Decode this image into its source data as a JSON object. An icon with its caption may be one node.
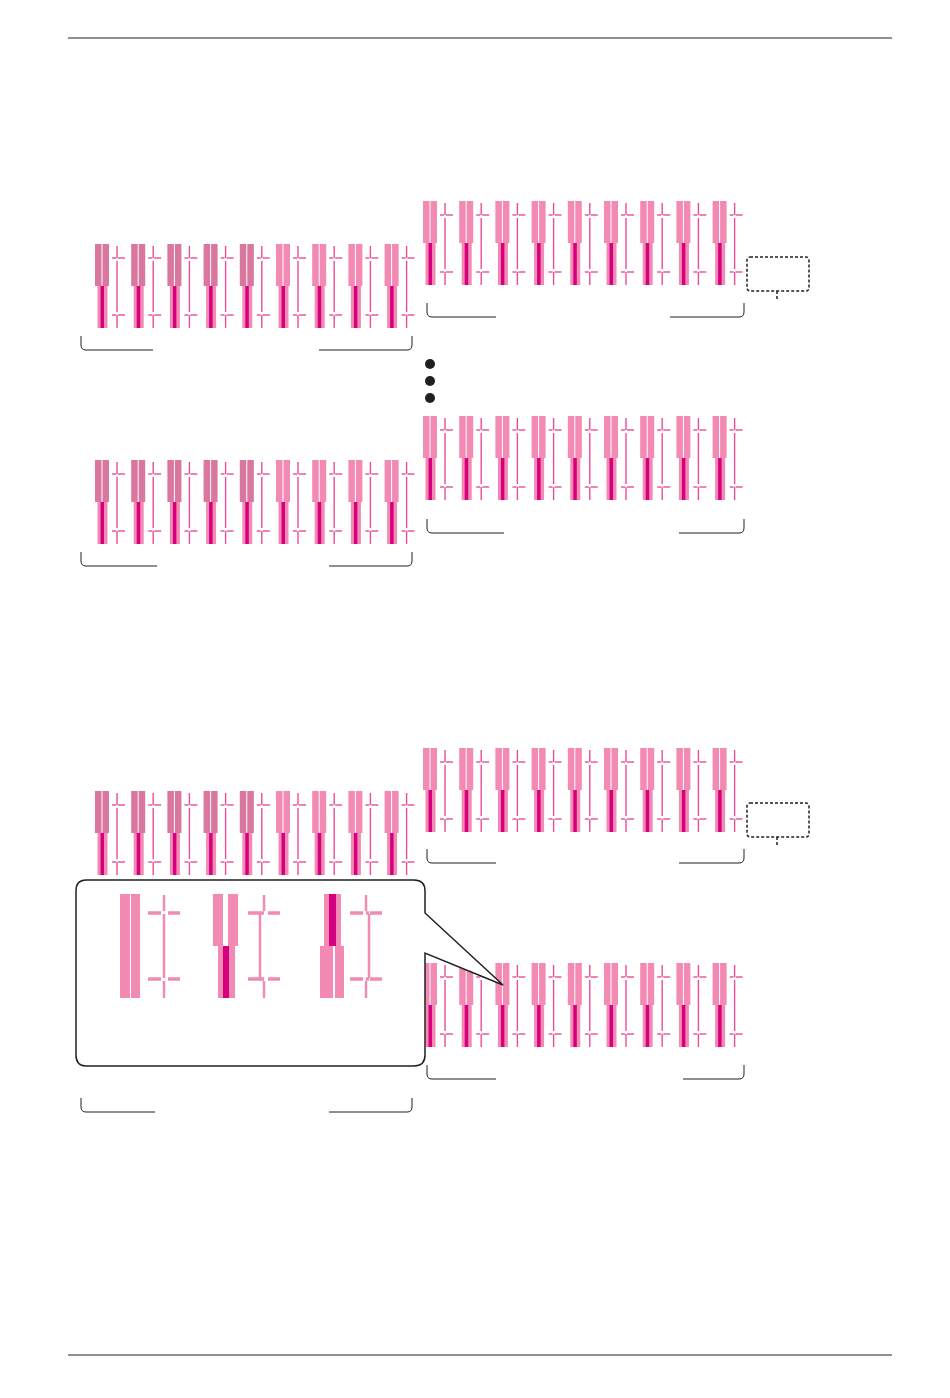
{
  "diagram": {
    "nodes": [
      {
        "text": [],
        "shape": "box"
      },
      {
        "text": [],
        "shape": "box"
      },
      {
        "text": [],
        "shape": "callout"
      }
    ]
  }
}
